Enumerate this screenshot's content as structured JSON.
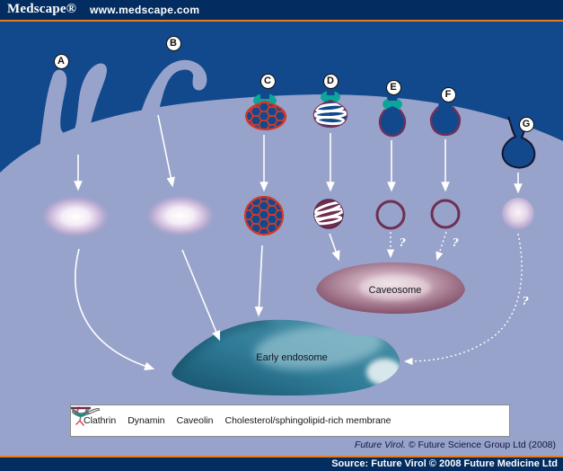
{
  "header": {
    "logo": "Medscape®",
    "url": "www.medscape.com"
  },
  "pathway_labels": [
    "A",
    "B",
    "C",
    "D",
    "E",
    "F",
    "G"
  ],
  "organelles": {
    "caveosome": "Caveosome",
    "early_endosome": "Early endosome"
  },
  "uncertainty_marker": "?",
  "legend": {
    "items": [
      {
        "icon": "clathrin-icon",
        "label": "Clathrin"
      },
      {
        "icon": "dynamin-icon",
        "label": "Dynamin"
      },
      {
        "icon": "caveolin-icon",
        "label": "Caveolin"
      },
      {
        "icon": "membrane-icon",
        "label": "Cholesterol/sphingolipid-rich membrane"
      }
    ]
  },
  "footer": {
    "credit_journal": "Future Virol.",
    "credit_text": " © Future Science Group Ltd (2008)",
    "source": "Source: Future Virol © 2008 Future Medicine Ltd"
  },
  "colors": {
    "header_navy": "#032c60",
    "extracellular_navy": "#11498c",
    "cytoplasm_blue": "#98a3cb",
    "accent_orange": "#e87a1c",
    "clathrin_red": "#d2392b",
    "dynamin_teal": "#0ba69b",
    "membrane_maroon": "#6e2d50",
    "caveosome_mauve": "#9a7089",
    "endosome_teal": "#2f7b97"
  }
}
